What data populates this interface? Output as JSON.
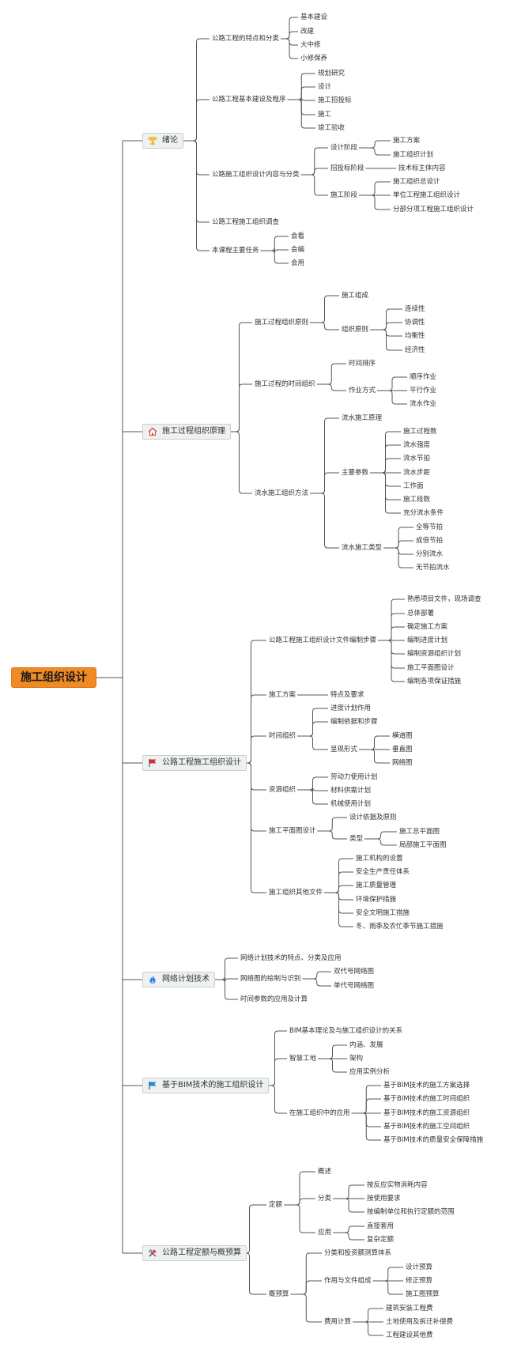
{
  "root": {
    "label": "施工组织设计"
  },
  "branches": [
    {
      "label": "绪论",
      "icon": "trophy-icon",
      "children": [
        {
          "label": "公路工程的特点和分类",
          "children": [
            {
              "label": "基本建设"
            },
            {
              "label": "改建"
            },
            {
              "label": "大中修"
            },
            {
              "label": "小修保养"
            }
          ]
        },
        {
          "label": "公路工程基本建设及程序",
          "children": [
            {
              "label": "规划研究"
            },
            {
              "label": "设计"
            },
            {
              "label": "施工招投标"
            },
            {
              "label": "施工"
            },
            {
              "label": "竣工验收"
            }
          ]
        },
        {
          "label": "公路施工组织设计内容与分类",
          "children": [
            {
              "label": "设计阶段",
              "children": [
                {
                  "label": "施工方案"
                },
                {
                  "label": "施工组织计划"
                }
              ]
            },
            {
              "label": "招投标阶段",
              "children": [
                {
                  "label": "技术标主体内容"
                }
              ]
            },
            {
              "label": "施工阶段",
              "children": [
                {
                  "label": "施工组织总设计"
                },
                {
                  "label": "单位工程施工组织设计"
                },
                {
                  "label": "分部分项工程施工组织设计"
                }
              ]
            }
          ]
        },
        {
          "label": "公路工程施工组织调查"
        },
        {
          "label": "本课程主要任务",
          "children": [
            {
              "label": "会看"
            },
            {
              "label": "会编"
            },
            {
              "label": "会用"
            }
          ]
        }
      ]
    },
    {
      "label": "施工过程组织原理",
      "icon": "home-icon",
      "children": [
        {
          "label": "施工过程组织原则",
          "children": [
            {
              "label": "施工组成"
            },
            {
              "label": "组织原则",
              "children": [
                {
                  "label": "连续性"
                },
                {
                  "label": "协调性"
                },
                {
                  "label": "均衡性"
                },
                {
                  "label": "经济性"
                }
              ]
            }
          ]
        },
        {
          "label": "施工过程的时间组织",
          "children": [
            {
              "label": "时间排序"
            },
            {
              "label": "作业方式",
              "children": [
                {
                  "label": "顺序作业"
                },
                {
                  "label": "平行作业"
                },
                {
                  "label": "流水作业"
                }
              ]
            }
          ]
        },
        {
          "label": "流水施工组织方法",
          "children": [
            {
              "label": "流水施工原理"
            },
            {
              "label": "主要参数",
              "children": [
                {
                  "label": "施工过程数"
                },
                {
                  "label": "流水强度"
                },
                {
                  "label": "流水节拍"
                },
                {
                  "label": "流水步距"
                },
                {
                  "label": "工作面"
                },
                {
                  "label": "施工段数"
                },
                {
                  "label": "充分流水条件"
                }
              ]
            },
            {
              "label": "流水施工类型",
              "children": [
                {
                  "label": "全等节拍"
                },
                {
                  "label": "成倍节拍"
                },
                {
                  "label": "分别流水"
                },
                {
                  "label": "无节拍流水"
                }
              ]
            }
          ]
        }
      ]
    },
    {
      "label": "公路工程施工组织设计",
      "icon": "red-flag-icon",
      "children": [
        {
          "label": "公路工程施工组织设计文件编制步骤",
          "children": [
            {
              "label": "熟悉项目文件，现场调查"
            },
            {
              "label": "总体部署"
            },
            {
              "label": "确定施工方案"
            },
            {
              "label": "编制进度计划"
            },
            {
              "label": "编制资源组织计划"
            },
            {
              "label": "施工平面图设计"
            },
            {
              "label": "编制各项保证措施"
            }
          ]
        },
        {
          "label": "施工方案",
          "children": [
            {
              "label": "特点及要求"
            }
          ]
        },
        {
          "label": "时间组织",
          "children": [
            {
              "label": "进度计划作用"
            },
            {
              "label": "编制依据和步骤"
            },
            {
              "label": "呈现形式",
              "children": [
                {
                  "label": "横道图"
                },
                {
                  "label": "垂直图"
                },
                {
                  "label": "网络图"
                }
              ]
            }
          ]
        },
        {
          "label": "资源组织",
          "children": [
            {
              "label": "劳动力使用计划"
            },
            {
              "label": "材料供需计划"
            },
            {
              "label": "机械使用计划"
            }
          ]
        },
        {
          "label": "施工平面图设计",
          "children": [
            {
              "label": "设计依据及原则"
            },
            {
              "label": "类型",
              "children": [
                {
                  "label": "施工总平面图"
                },
                {
                  "label": "局部施工平面图"
                }
              ]
            }
          ]
        },
        {
          "label": "施工组织其他文件",
          "children": [
            {
              "label": "施工机构的设置"
            },
            {
              "label": "安全生产责任体系"
            },
            {
              "label": "施工质量管理"
            },
            {
              "label": "环境保护措施"
            },
            {
              "label": "安全文明施工措施"
            },
            {
              "label": "冬、雨季及农忙季节施工措施"
            }
          ]
        }
      ]
    },
    {
      "label": "网络计划技术",
      "icon": "flame-icon",
      "children": [
        {
          "label": "网络计划技术的特点、分类及应用"
        },
        {
          "label": "网络图的绘制与识别",
          "children": [
            {
              "label": "双代号网络图"
            },
            {
              "label": "单代号网络图"
            }
          ]
        },
        {
          "label": "时间参数的应用及计算"
        }
      ]
    },
    {
      "label": "基于BIM技术的施工组织设计",
      "icon": "blue-flag-icon",
      "children": [
        {
          "label": "BIM基本理论及与施工组织设计的关系"
        },
        {
          "label": "智慧工地",
          "children": [
            {
              "label": "内涵、发展"
            },
            {
              "label": "架构"
            },
            {
              "label": "应用实例分析"
            }
          ]
        },
        {
          "label": "在施工组织中的应用",
          "children": [
            {
              "label": "基于BIM技术的施工方案选择"
            },
            {
              "label": "基于BIM技术的施工时间组织"
            },
            {
              "label": "基于BIM技术的施工资源组织"
            },
            {
              "label": "基于BIM技术的施工空间组织"
            },
            {
              "label": "基于BIM技术的质量安全保障措施"
            }
          ]
        }
      ]
    },
    {
      "label": "公路工程定额与概预算",
      "icon": "tools-icon",
      "children": [
        {
          "label": "定额",
          "children": [
            {
              "label": "概述"
            },
            {
              "label": "分类",
              "children": [
                {
                  "label": "按反应实物消耗内容"
                },
                {
                  "label": "按使用要求"
                },
                {
                  "label": "按编制单位和执行定额的范围"
                }
              ]
            },
            {
              "label": "应用",
              "children": [
                {
                  "label": "直接套用"
                },
                {
                  "label": "复杂定额"
                }
              ]
            }
          ]
        },
        {
          "label": "概预算",
          "children": [
            {
              "label": "分类和投资额测算体系"
            },
            {
              "label": "作用与文件组成",
              "children": [
                {
                  "label": "设计预算"
                },
                {
                  "label": "修正预算"
                },
                {
                  "label": "施工图预算"
                }
              ]
            },
            {
              "label": "费用计算",
              "children": [
                {
                  "label": "建筑安装工程费"
                },
                {
                  "label": "土地使用及拆迁补偿费"
                },
                {
                  "label": "工程建设其他费"
                }
              ]
            }
          ]
        }
      ]
    }
  ]
}
